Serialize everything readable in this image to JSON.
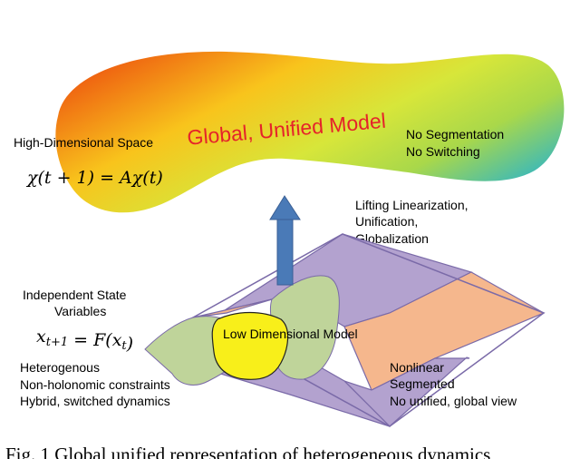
{
  "top_model": {
    "title": "Global, Unified Model",
    "left_label": "High-Dimensional Space",
    "equation": "χ(t + 1) = Aχ(t)",
    "right_lines": [
      "No Segmentation",
      "No Switching"
    ]
  },
  "lifting": {
    "lines": [
      "Lifting Linearization,",
      "Unification,",
      "Globalization"
    ]
  },
  "low_model": {
    "center_label": "Low Dimensional Model",
    "left_top_lines": [
      "Independent State",
      "Variables"
    ],
    "equation": "x_{t+1} = F(x_t)",
    "left_bottom_lines": [
      "Heterogenous",
      "Non-holonomic constraints",
      "Hybrid, switched dynamics"
    ],
    "right_lines": [
      "Nonlinear",
      "Segmented",
      "No unified, global view"
    ]
  },
  "caption": "Fig. 1 Global unified representation of heterogeneous dynamics",
  "colors": {
    "blob_gradient": [
      "#f06a10",
      "#f7d21d",
      "#d8e63a",
      "#2bb5cf"
    ],
    "title_color": "#e5232a",
    "arrow": "#4a7ab7",
    "plane_outline": "#7a6aa8",
    "tile_purple": "#b3a2cf",
    "tile_orange": "#f5b78d",
    "region_green": "#bfd49a",
    "region_yellow": "#f8ef1a"
  }
}
